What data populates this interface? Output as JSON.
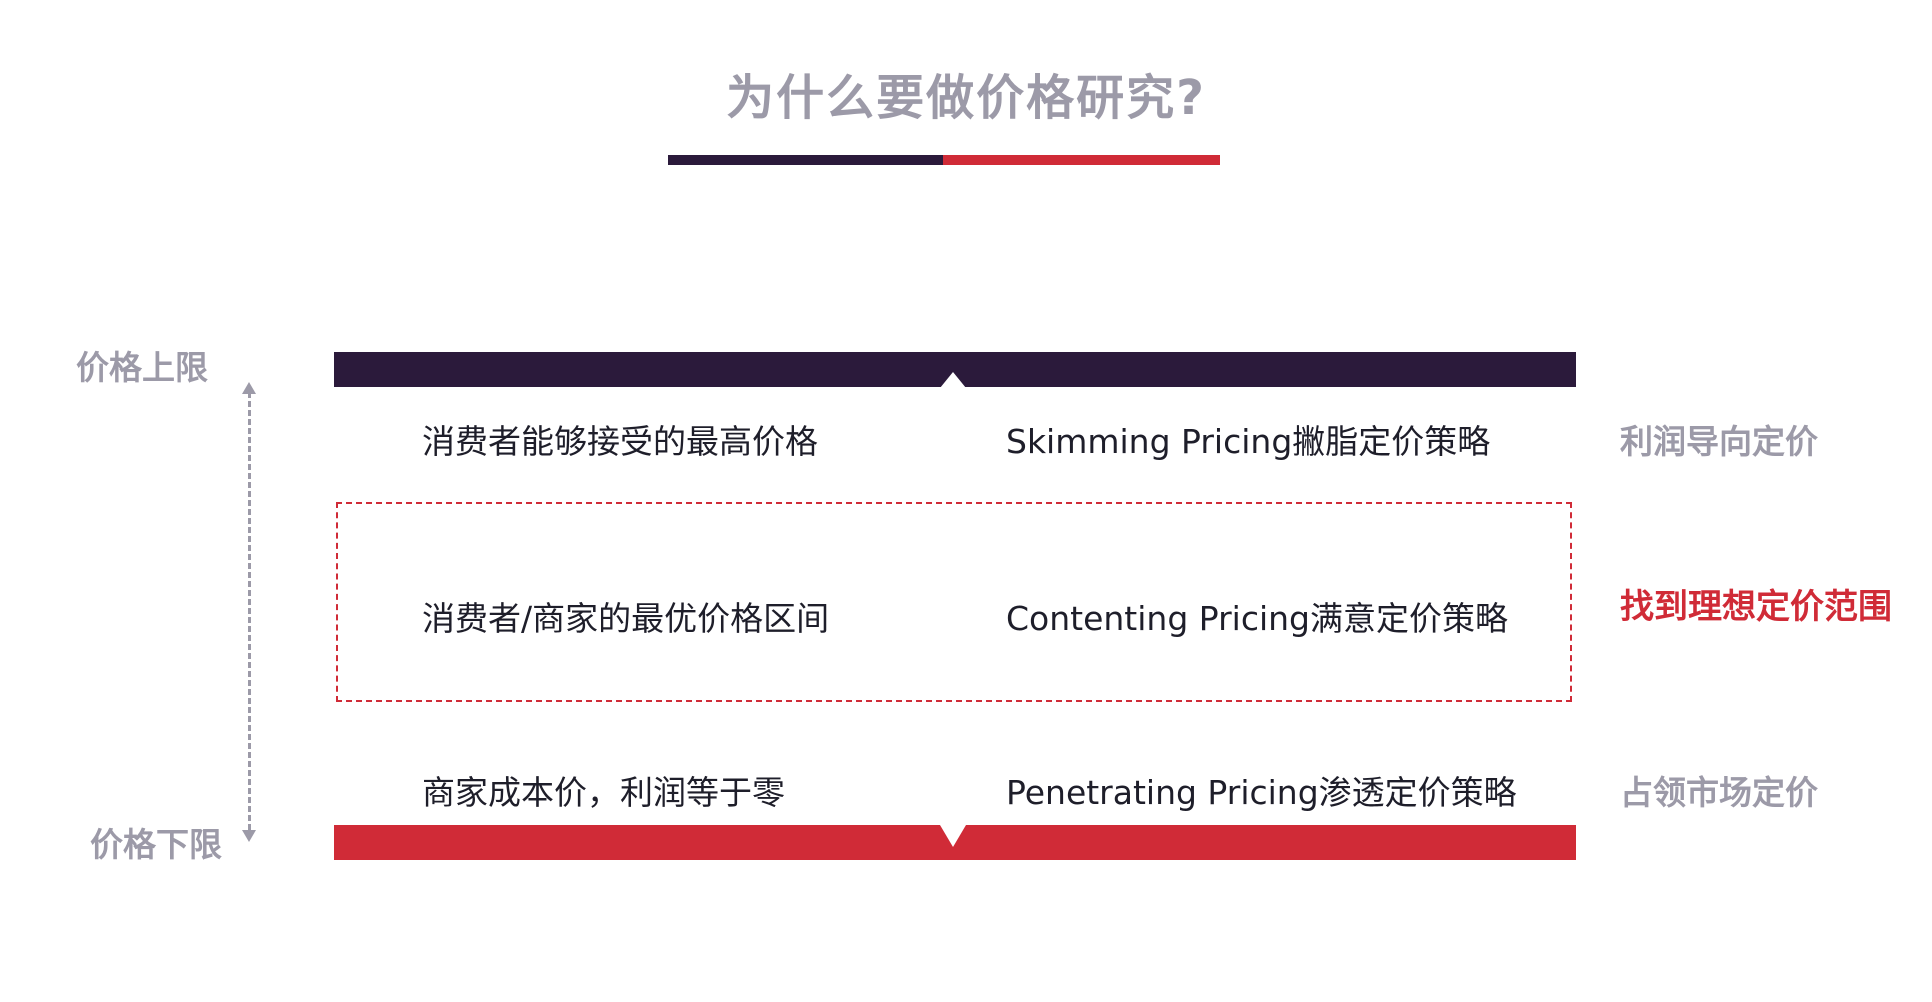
{
  "title": "为什么要做价格研究?",
  "colors": {
    "dark": "#2b1a3b",
    "red": "#d02b37",
    "gray": "#9c9aa8"
  },
  "axis": {
    "upper_label": "价格上限",
    "lower_label": "价格下限"
  },
  "rows": [
    {
      "description": "消费者能够接受的最高价格",
      "strategy": "Skimming Pricing撇脂定价策略",
      "label": "利润导向定价"
    },
    {
      "description": "消费者/商家的最优价格区间",
      "strategy": "Contenting Pricing满意定价策略",
      "label": "找到理想定价范围"
    },
    {
      "description": "商家成本价，利润等于零",
      "strategy": "Penetrating Pricing渗透定价策略",
      "label": "占领市场定价"
    }
  ]
}
